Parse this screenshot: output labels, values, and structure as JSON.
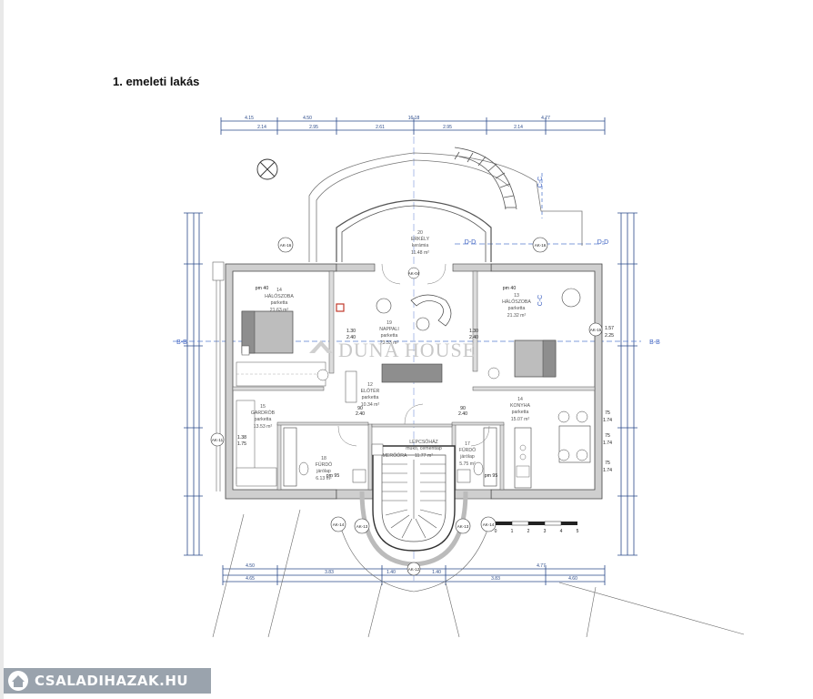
{
  "page": {
    "title": "1. emeleti lakás"
  },
  "watermark": {
    "text": "DUNA HOUSE"
  },
  "footer": {
    "site": "CSALADIHAZAK.HU"
  },
  "rooms": [
    {
      "no": "14",
      "name": "HÁLÓSZOBA",
      "floor": "parketta",
      "area": "21.63 m²"
    },
    {
      "no": "13",
      "name": "HÁLÓSZOBA",
      "floor": "parketta",
      "area": "21.32 m²"
    },
    {
      "no": "19",
      "name": "NAPPALI",
      "floor": "parketta",
      "area": "23.53 m²"
    },
    {
      "no": "20",
      "name": "ERKÉLY",
      "floor": "kerámia",
      "area": "11.48 m²"
    },
    {
      "no": "12",
      "name": "ELŐTÉR",
      "floor": "parketta",
      "area": "10.34 m²"
    },
    {
      "no": "15",
      "name": "GARDRÓB",
      "floor": "parketta",
      "area": "13.53 m²"
    },
    {
      "no": "14",
      "name": "KONYHA",
      "floor": "parketta",
      "area": "15.07 m²"
    },
    {
      "no": "",
      "name": "LÉPCSŐHÁZ",
      "floor": "műkő, cementlap",
      "area": "11.77 m²"
    },
    {
      "no": "18",
      "name": "FÜRDŐ",
      "floor": "járólap",
      "area": "6.13 m²"
    },
    {
      "no": "17",
      "name": "FÜRDŐ",
      "floor": "járólap",
      "area": "5.75 m²"
    }
  ],
  "labels": {
    "meroora": "MERŐÓRA",
    "section_bb": "B-B",
    "section_dd": "D-D",
    "section_cc": "C-C"
  },
  "window_tags": {
    "ak16": "AK-16",
    "ak14": "AK-14",
    "ak13": "AK-13",
    "ak12": "AK-12",
    "ak11": "AK-11",
    "ak04": "AK-04",
    "ak15": "AK-15"
  },
  "window_dims": {
    "w1": "1.30",
    "w1b": "2.40",
    "w2": "1.30",
    "w2b": "2.40",
    "w3": "1.38",
    "w3b": "1.75",
    "w4": "1.57",
    "w4b": "2.25",
    "w5": "75",
    "w5b": "1.74",
    "w6": "75",
    "w6b": "1.74",
    "w7": "75",
    "w7b": "1.74",
    "w8": "90",
    "w8b": "2.40",
    "w9": "90",
    "w9b": "2.40",
    "pm40a": "pm 40",
    "pm40b": "pm 40",
    "pm95a": "pm 95",
    "pm95b": "pm 95"
  },
  "top_dims": [
    "4.15",
    "4.50",
    "16.18",
    "4.77",
    "2.14",
    "2.95",
    "2.61",
    "2.95",
    "2.14"
  ],
  "bottom_dims": [
    "4.50",
    "3.83",
    "4.77",
    "3.83",
    "4.65",
    "1.40",
    "1.40",
    "4.60"
  ],
  "scale": {
    "ticks": [
      "0",
      "1",
      "2",
      "3",
      "4",
      "5"
    ]
  },
  "colors": {
    "dim_blue": "#2a4a8a",
    "wall_fill": "#cfcfcf",
    "bed_fill": "#bdbdbd"
  }
}
